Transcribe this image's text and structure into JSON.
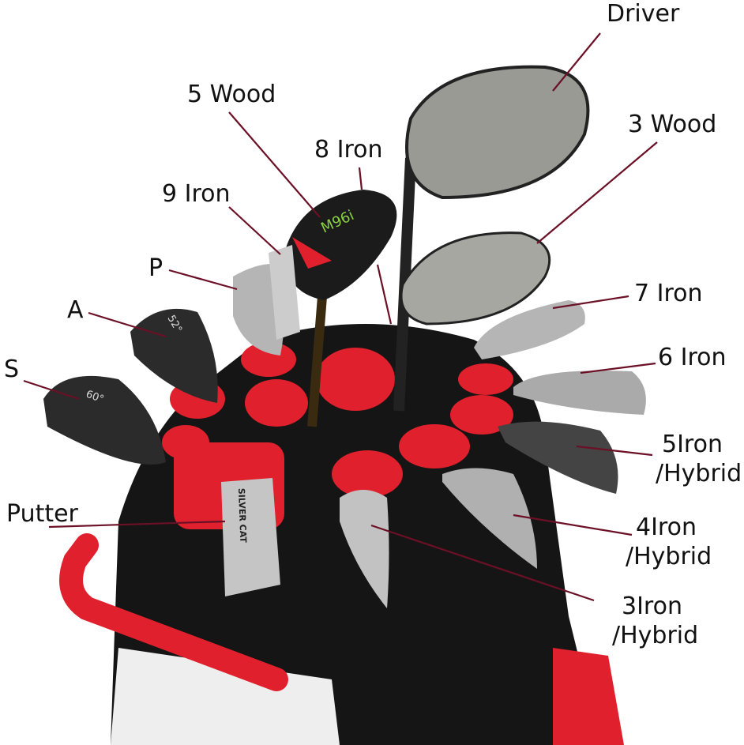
{
  "labels": {
    "driver": "Driver",
    "wood3": "3 Wood",
    "wood5": "5 Wood",
    "iron8": "8 Iron",
    "iron9": "9 Iron",
    "p": "P",
    "a": "A",
    "s": "S",
    "iron7": "7 Iron",
    "iron6": "6 Iron",
    "iron5_l1": "5Iron",
    "iron5_l2": "/Hybrid",
    "iron4_l1": "4Iron",
    "iron4_l2": "/Hybrid",
    "iron3_l1": "3Iron",
    "iron3_l2": "/Hybrid",
    "putter": "Putter"
  },
  "club_markings": {
    "wood5": "M96i",
    "putter": "SILVER CAT",
    "wedge_s": "60°",
    "wedge_a": "52°"
  },
  "colors": {
    "leader": "#6b1026",
    "bag_black": "#151515",
    "accent_red": "#e0202c",
    "metal": "#b8b8b8"
  }
}
